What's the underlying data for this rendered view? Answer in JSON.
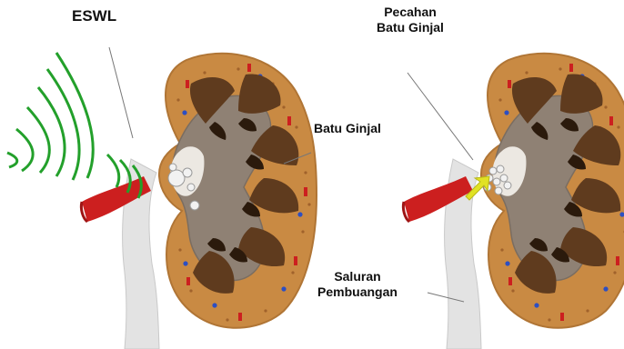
{
  "labels": {
    "eswl": "ESWL",
    "fragments_line1": "Pecahan",
    "fragments_line2": "Batu Ginjal",
    "stone": "Batu Ginjal",
    "ureter_line1": "Saluran",
    "ureter_line2": "Pembuangan"
  },
  "colors": {
    "cortex": "#c98a43",
    "cortex_dots": "#a0622b",
    "medulla_pyramid": "#5f3b1e",
    "pelvis": "#8f8174",
    "ureter": "#e3e3e3",
    "artery": "#cc1f1f",
    "vein": "#2d4fc2",
    "shock_wave": "#23a02b",
    "stone": "#f2f2f2",
    "arrow": "#e1e224"
  },
  "icons": {
    "shock_wave": "arc-waves",
    "direction": "arrow-icon"
  }
}
